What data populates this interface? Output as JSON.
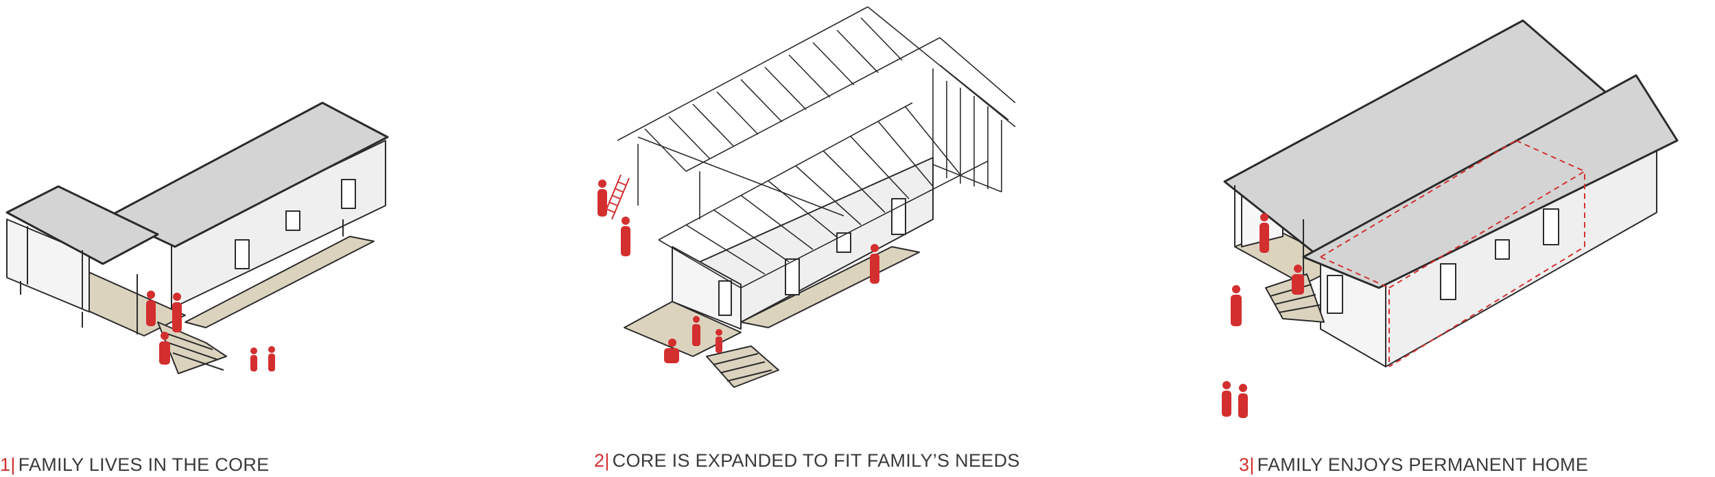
{
  "steps": [
    {
      "number": "1",
      "separator": "|",
      "text": "FAMILY LIVES IN THE CORE"
    },
    {
      "number": "2",
      "separator": "|",
      "text": "CORE IS EXPANDED TO FIT FAMILY’S NEEDS"
    },
    {
      "number": "3",
      "separator": "|",
      "text": "FAMILY ENJOYS PERMANENT HOME"
    }
  ],
  "colors": {
    "accent_red": "#d32f2f",
    "line": "#2b2b2b",
    "roof": "#d4d4d4",
    "wall": "#efefef",
    "deck": "#dcd3bf",
    "caption_text": "#3a3a3a"
  }
}
